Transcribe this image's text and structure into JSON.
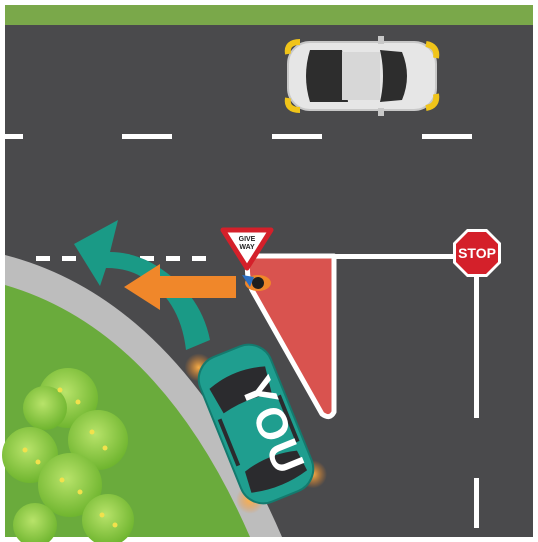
{
  "scene": {
    "description_labels": {
      "give_way_line1": "GIVE",
      "give_way_line2": "WAY",
      "stop_sign": "STOP",
      "player_car_label": "YOU"
    },
    "colors": {
      "road": "#4a4a4c",
      "grass": "#6aab3c",
      "verge_top": "#7aa84a",
      "curb": "#bdbdbd",
      "lane_marking": "#ffffff",
      "traffic_island": "#d9534f",
      "player_car": "#1f9e8f",
      "other_car": "#e6e6e6",
      "turn_arrow": "#1a9a86",
      "pedestrian_arrow": "#f0872a",
      "stop_sign": "#d4202a",
      "give_way_border": "#d4202a"
    },
    "icons": {
      "give_way_sign": "give-way-sign-icon",
      "stop_sign": "stop-sign-icon",
      "turn_arrow": "curved-left-turn-arrow-icon",
      "pedestrian_arrow": "left-arrow-icon",
      "pedestrian": "pedestrian-icon"
    }
  }
}
